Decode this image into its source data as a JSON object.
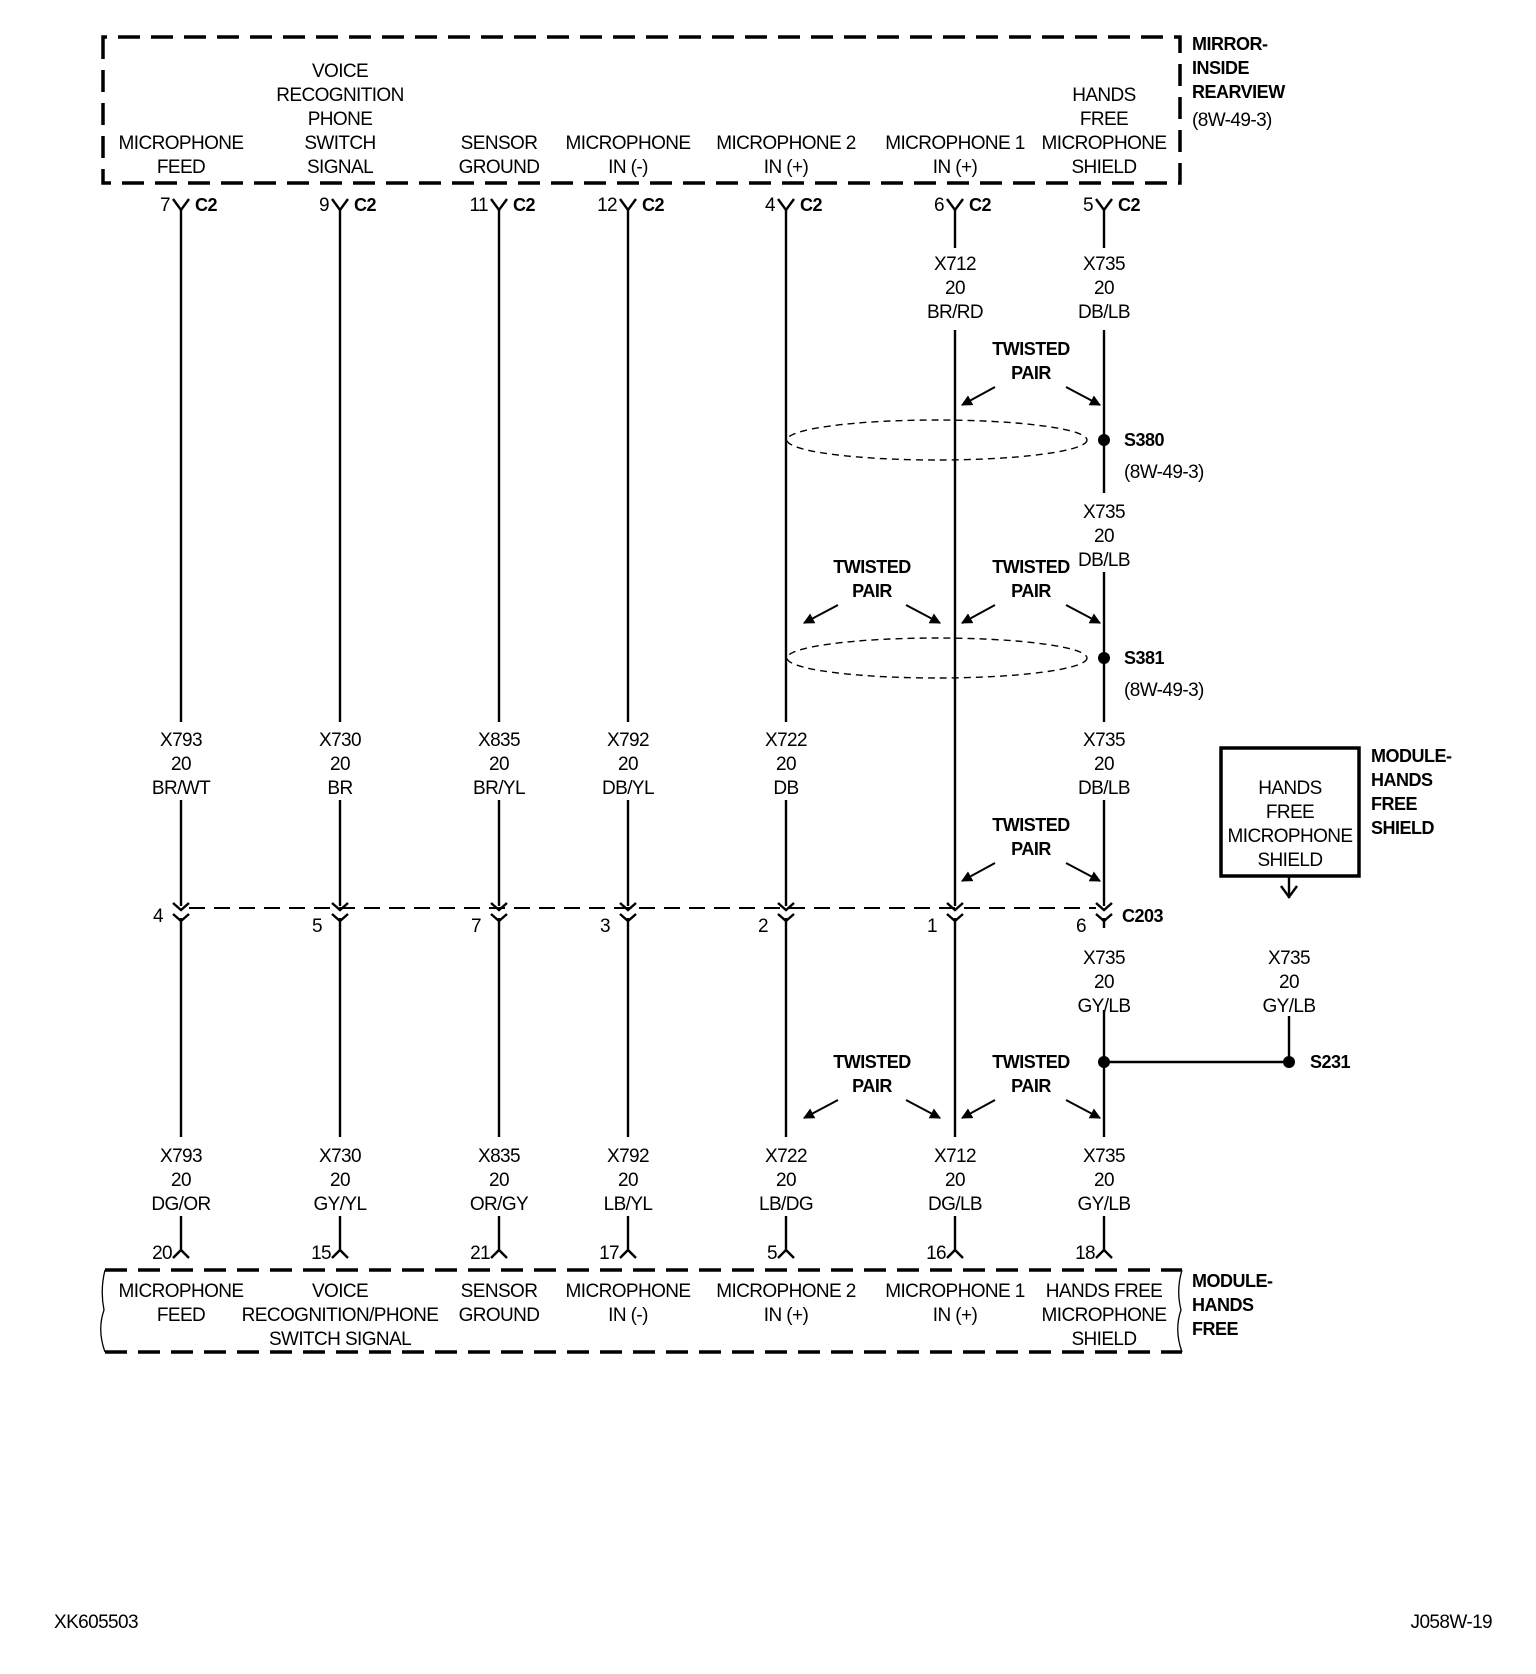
{
  "mirror": {
    "title": [
      "MIRROR-",
      "INSIDE",
      "REARVIEW"
    ],
    "ref": "(8W-49-3)",
    "connector": "C2"
  },
  "module_hf": {
    "title": [
      "MODULE-",
      "HANDS",
      "FREE"
    ]
  },
  "module_shield": {
    "title": [
      "MODULE-",
      "HANDS",
      "FREE",
      "SHIELD"
    ],
    "box_label": [
      "HANDS",
      "FREE",
      "MICROPHONE",
      "SHIELD"
    ],
    "wire": [
      "X735",
      "20",
      "GY/LB"
    ]
  },
  "circuits": [
    {
      "top_label": [
        "MICROPHONE",
        "FEED"
      ],
      "top_pin": "7",
      "mid_wire": [
        "X793",
        "20",
        "BR/WT"
      ],
      "c203_pin": "4",
      "low_wire": [
        "X793",
        "20",
        "DG/OR"
      ],
      "bot_pin": "20",
      "bot_label": [
        "MICROPHONE",
        "FEED"
      ]
    },
    {
      "top_label": [
        "VOICE",
        "RECOGNITION",
        "PHONE",
        "SWITCH",
        "SIGNAL"
      ],
      "top_pin": "9",
      "mid_wire": [
        "X730",
        "20",
        "BR"
      ],
      "c203_pin": "5",
      "low_wire": [
        "X730",
        "20",
        "GY/YL"
      ],
      "bot_pin": "15",
      "bot_label": [
        "VOICE",
        "RECOGNITION/PHONE",
        "SWITCH SIGNAL"
      ]
    },
    {
      "top_label": [
        "SENSOR",
        "GROUND"
      ],
      "top_pin": "11",
      "mid_wire": [
        "X835",
        "20",
        "BR/YL"
      ],
      "c203_pin": "7",
      "low_wire": [
        "X835",
        "20",
        "OR/GY"
      ],
      "bot_pin": "21",
      "bot_label": [
        "SENSOR",
        "GROUND"
      ]
    },
    {
      "top_label": [
        "MICROPHONE",
        "IN (-)"
      ],
      "top_pin": "12",
      "mid_wire": [
        "X792",
        "20",
        "DB/YL"
      ],
      "c203_pin": "3",
      "low_wire": [
        "X792",
        "20",
        "LB/YL"
      ],
      "bot_pin": "17",
      "bot_label": [
        "MICROPHONE",
        "IN (-)"
      ]
    },
    {
      "top_label": [
        "MICROPHONE 2",
        "IN (+)"
      ],
      "top_pin": "4",
      "mid_wire": [
        "X722",
        "20",
        "DB"
      ],
      "c203_pin": "2",
      "low_wire": [
        "X722",
        "20",
        "LB/DG"
      ],
      "bot_pin": "5",
      "bot_label": [
        "MICROPHONE 2",
        "IN (+)"
      ]
    },
    {
      "top_label": [
        "MICROPHONE 1",
        "IN (+)"
      ],
      "top_pin": "6",
      "top_wire": [
        "X712",
        "20",
        "BR/RD"
      ],
      "c203_pin": "1",
      "low_wire": [
        "X712",
        "20",
        "DG/LB"
      ],
      "bot_pin": "16",
      "bot_label": [
        "MICROPHONE 1",
        "IN (+)"
      ]
    },
    {
      "top_label": [
        "HANDS",
        "FREE",
        "MICROPHONE",
        "SHIELD"
      ],
      "top_pin": "5",
      "top_wire": [
        "X735",
        "20",
        "DB/LB"
      ],
      "seg2_wire": [
        "X735",
        "20",
        "DB/LB"
      ],
      "mid_wire": [
        "X735",
        "20",
        "DB/LB"
      ],
      "c203_pin": "6",
      "post_c203_wire": [
        "X735",
        "20",
        "GY/LB"
      ],
      "low_wire": [
        "X735",
        "20",
        "GY/LB"
      ],
      "bot_pin": "18",
      "bot_label": [
        "HANDS FREE",
        "MICROPHONE",
        "SHIELD"
      ]
    }
  ],
  "splices": [
    {
      "id": "S380",
      "ref": "(8W-49-3)"
    },
    {
      "id": "S381",
      "ref": "(8W-49-3)"
    },
    {
      "id": "S231"
    }
  ],
  "c203": {
    "id": "C203"
  },
  "twisted_pair": [
    "TWISTED",
    "PAIR"
  ],
  "footer": {
    "left": "XK605503",
    "right": "J058W-19"
  }
}
